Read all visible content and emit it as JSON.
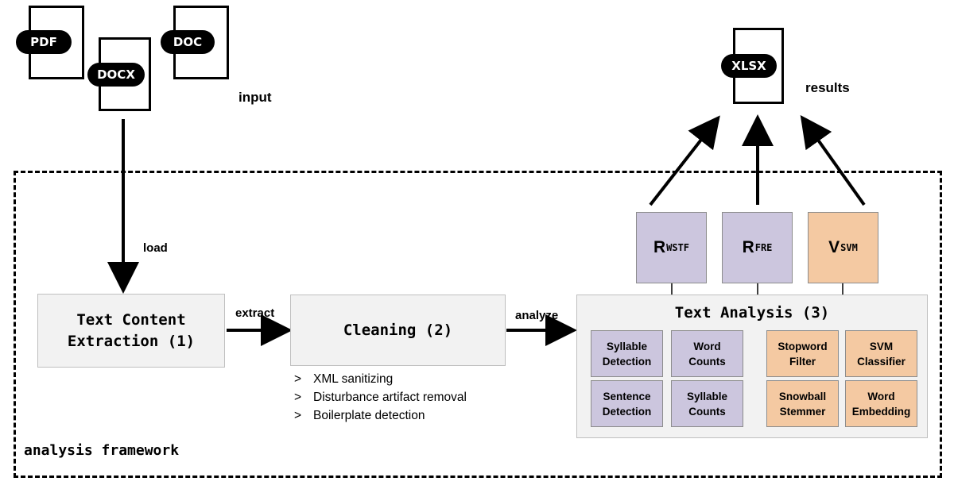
{
  "input": {
    "label": "input",
    "documents": [
      {
        "badge": "PDF"
      },
      {
        "badge": "DOCX"
      },
      {
        "badge": "DOC"
      }
    ]
  },
  "output": {
    "label": "results",
    "badge": "XLSX"
  },
  "framework": {
    "label": "analysis framework"
  },
  "edges": {
    "load": "load",
    "extract": "extract",
    "analyze": "analyze"
  },
  "stages": {
    "extraction": {
      "line1": "Text Content",
      "line2": "Extraction (1)"
    },
    "cleaning": {
      "title": "Cleaning (2)",
      "bullet_marker": ">",
      "bullets": [
        "XML sanitizing",
        "Disturbance artifact removal",
        "Boilerplate detection"
      ]
    },
    "analysis": {
      "title": "Text Analysis (3)",
      "modules": [
        {
          "line1": "Syllable",
          "line2": "Detection",
          "group": "readability"
        },
        {
          "line1": "Word",
          "line2": "Counts",
          "group": "readability"
        },
        {
          "line1": "Sentence",
          "line2": "Detection",
          "group": "readability"
        },
        {
          "line1": "Syllable",
          "line2": "Counts",
          "group": "readability"
        },
        {
          "line1": "Stopword",
          "line2": "Filter",
          "group": "classification"
        },
        {
          "line1": "SVM",
          "line2": "Classifier",
          "group": "classification"
        },
        {
          "line1": "Snowball",
          "line2": "Stemmer",
          "group": "classification"
        },
        {
          "line1": "Word",
          "line2": "Embedding",
          "group": "classification"
        }
      ]
    }
  },
  "metrics": [
    {
      "symbol": "R",
      "subscript": "WSTF",
      "color": "#ccc6de"
    },
    {
      "symbol": "R",
      "subscript": "FRE",
      "color": "#ccc6de"
    },
    {
      "symbol": "V",
      "subscript": "SVM",
      "color": "#f4c9a2"
    }
  ],
  "colors": {
    "readability": "#ccc6de",
    "classification": "#f4c9a2",
    "stage_fill": "#f2f2f2"
  }
}
